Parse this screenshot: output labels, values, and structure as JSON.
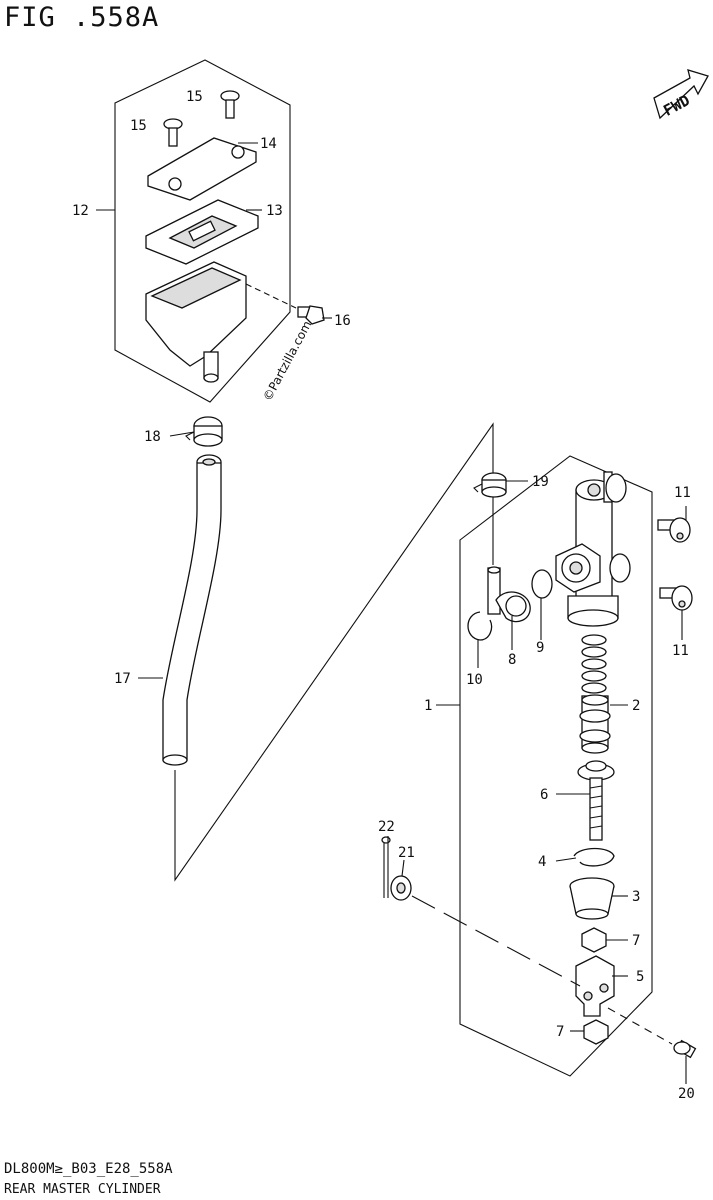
{
  "figure": {
    "title": "FIG .558A",
    "code": "DL800M≥_B03_E28_558A",
    "name": "REAR MASTER CYLINDER",
    "watermark": "©Partzilla.com",
    "fwd_label": "FWD"
  },
  "callouts": {
    "c1": "1",
    "c2": "2",
    "c3": "3",
    "c4": "4",
    "c5": "5",
    "c6": "6",
    "c7a": "7",
    "c7b": "7",
    "c8": "8",
    "c9": "9",
    "c10": "10",
    "c11a": "11",
    "c11b": "11",
    "c12": "12",
    "c13": "13",
    "c14": "14",
    "c15a": "15",
    "c15b": "15",
    "c16": "16",
    "c17": "17",
    "c18": "18",
    "c19": "19",
    "c20": "20",
    "c21": "21",
    "c22": "22"
  }
}
